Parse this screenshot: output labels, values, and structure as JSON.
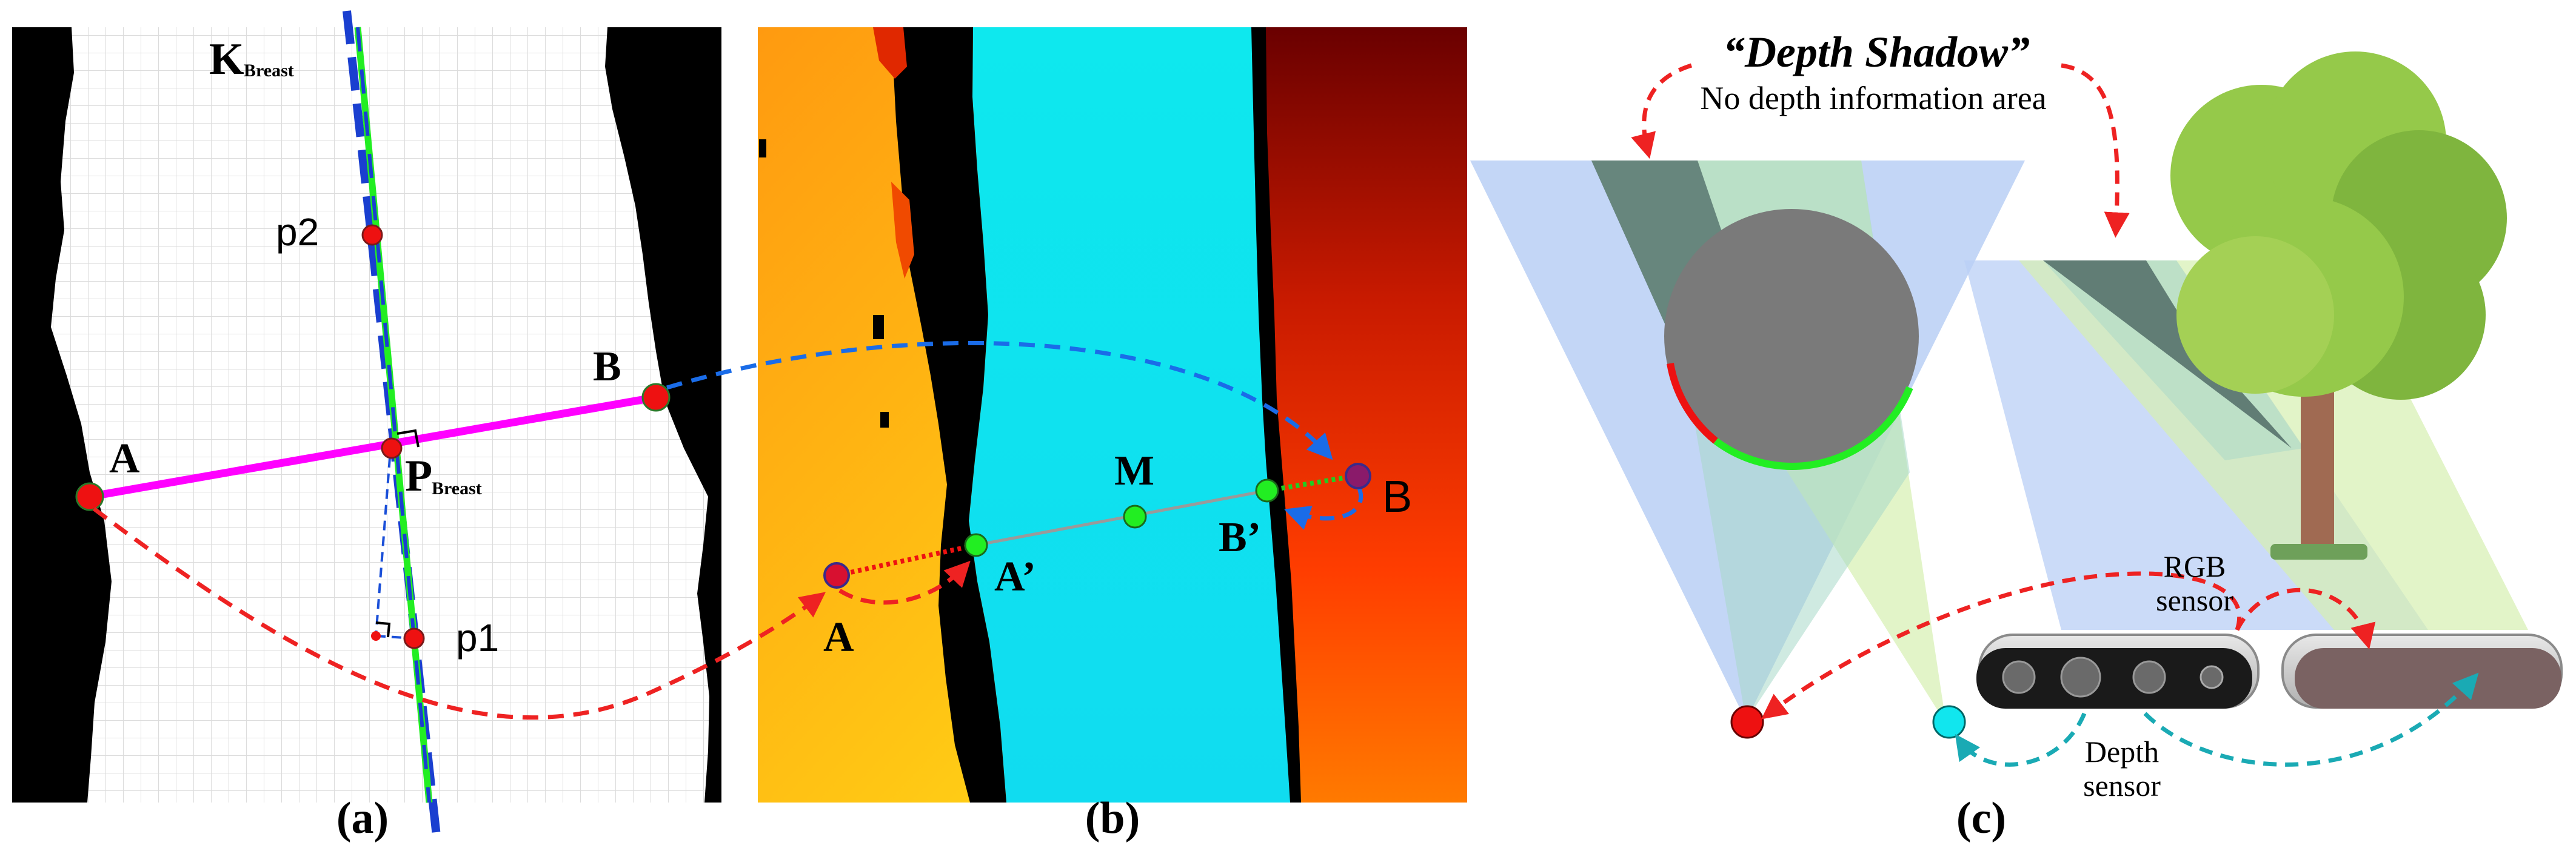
{
  "panel_a": {
    "caption": "(a)",
    "k_main": "K",
    "k_sub": "Breast",
    "p_main": "P",
    "p_sub": "Breast",
    "label_a": "A",
    "label_b": "B",
    "label_p1": "p1",
    "label_p2": "p2"
  },
  "panel_b": {
    "caption": "(b)",
    "label_a": "A",
    "label_a_prime": "A’",
    "label_m": "M",
    "label_b_prime": "B’",
    "label_b": "B"
  },
  "panel_c": {
    "caption": "(c)",
    "title": "“Depth Shadow”",
    "subtitle": "No depth information area",
    "rgb_line1": "RGB",
    "rgb_line2": "sensor",
    "depth_line1": "Depth",
    "depth_line2": "sensor"
  },
  "colors": {
    "magenta": "#ff00ff",
    "green": "#22ee22",
    "blue_dash": "#1a4fd8",
    "red_dash": "#ee2222",
    "cyan": "#00eeee",
    "teal_dash": "#1aaab4",
    "tree_green": "#8dc63f"
  }
}
